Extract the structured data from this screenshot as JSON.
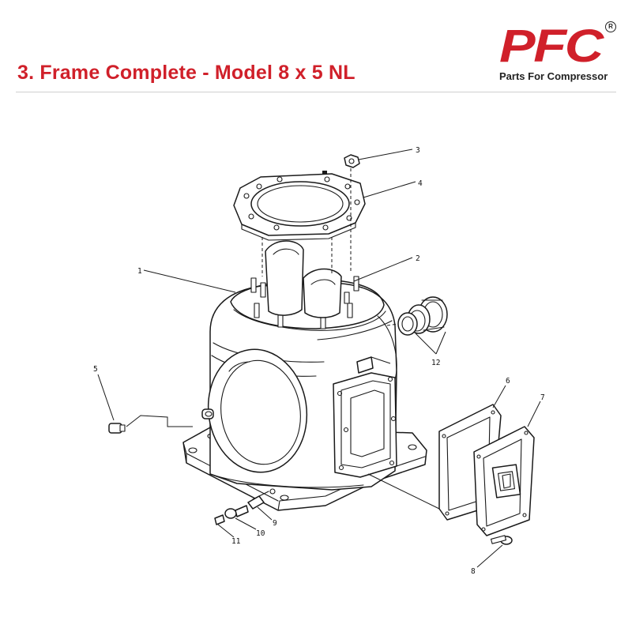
{
  "header": {
    "title": "3. Frame Complete - Model 8 x 5 NL"
  },
  "logo": {
    "mark": "PFC",
    "registered": "R",
    "tagline": "Parts For Compressor",
    "brand_color": "#d0202a"
  },
  "callouts": {
    "c1": "1",
    "c2": "2",
    "c3": "3",
    "c4": "4",
    "c5": "5",
    "c6": "6",
    "c7": "7",
    "c8": "8",
    "c9": "9",
    "c10": "10",
    "c11": "11",
    "c12": "12"
  }
}
